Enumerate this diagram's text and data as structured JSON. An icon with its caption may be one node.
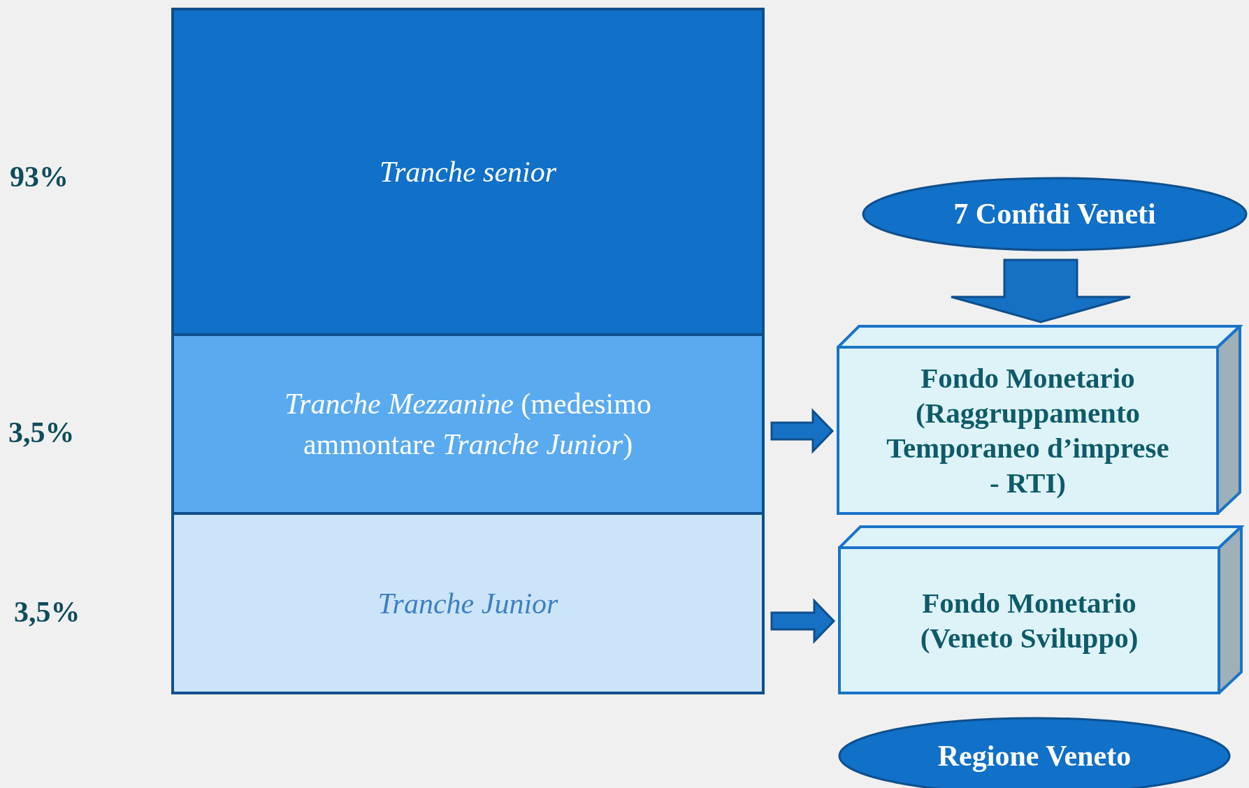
{
  "diagram": {
    "nodes": [
      {
        "text": [
          "Tranche senior"
        ],
        "beside": [
          "93%"
        ]
      },
      {
        "text": [
          "*Tranche Mezzanine* (medesimo ammontare *Tranche Junior*)"
        ],
        "beside": [
          "3,5%"
        ]
      },
      {
        "text": [
          "Tranche Junior"
        ],
        "beside": [
          "3,5%"
        ]
      },
      {
        "text": [
          "7 Confidi Veneti"
        ]
      },
      {
        "text": [
          "Fondo Monetario (Raggruppamento Temporaneo d’imprese - RTI)"
        ]
      },
      {
        "text": [
          "Fondo Monetario (Veneto Sviluppo)"
        ]
      },
      {
        "text": [
          "Regione Veneto"
        ]
      }
    ],
    "edges": [
      {
        "from": 3,
        "to": 4,
        "arrow": "to"
      },
      {
        "from": 1,
        "to": 4,
        "arrow": "to"
      },
      {
        "from": 2,
        "to": 5,
        "arrow": "to"
      }
    ]
  }
}
